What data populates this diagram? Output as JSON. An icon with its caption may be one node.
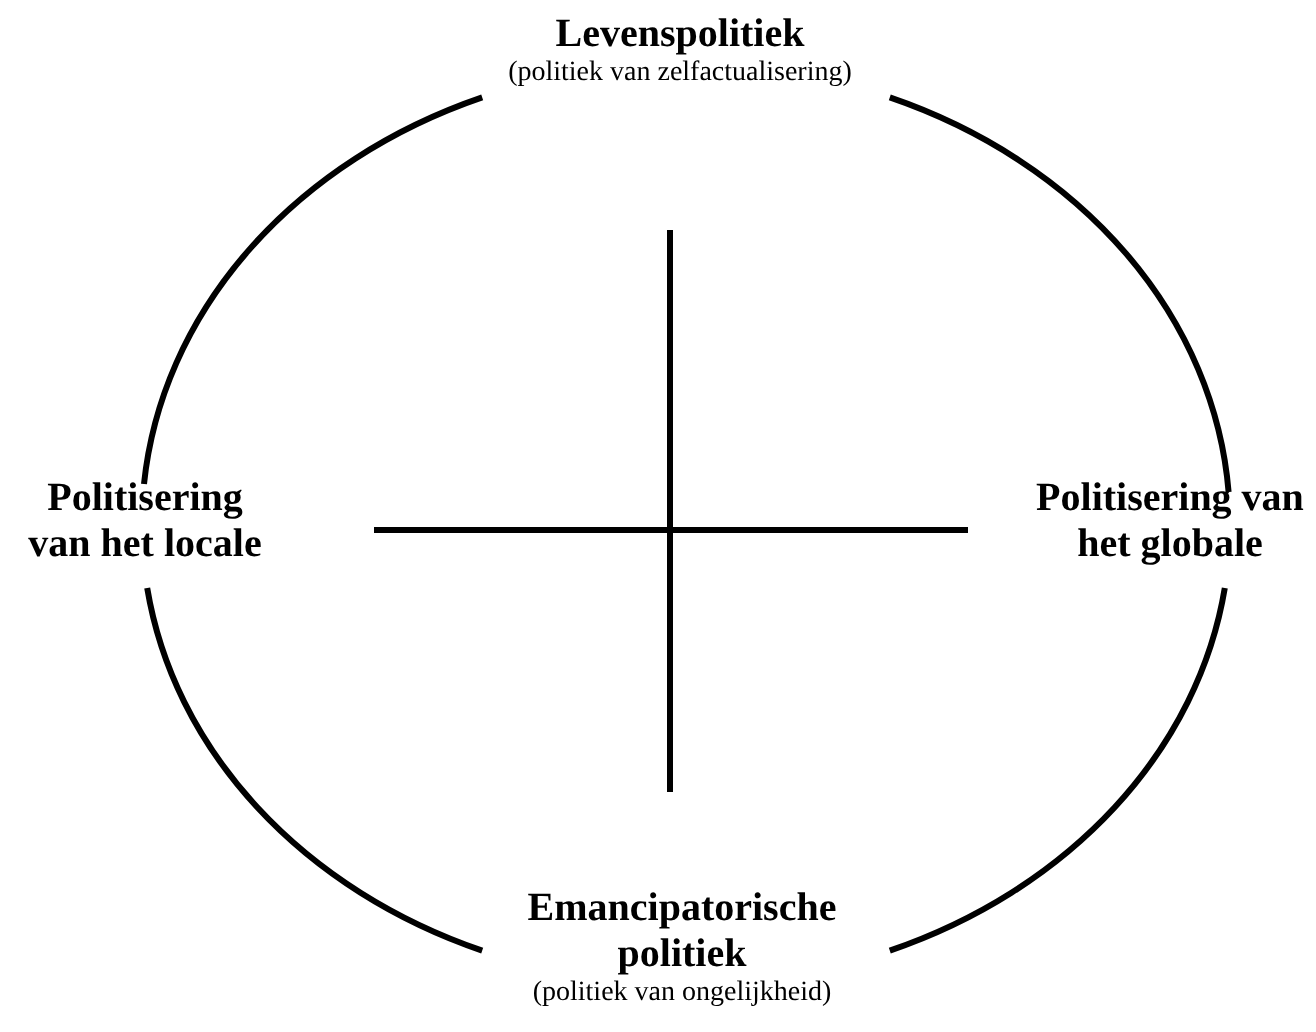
{
  "diagram": {
    "nodes": [
      {
        "text": [
          "Levenspolitiek",
          "(politiek van zelfactualisering)"
        ]
      },
      {
        "text": [
          "Politisering van het locale"
        ]
      },
      {
        "text": [
          "Politisering van het globale"
        ]
      },
      {
        "text": [
          "Emancipatorische politiek",
          "(politiek van ongelijkheid)"
        ]
      }
    ],
    "edges": [
      {
        "from": 0,
        "to": 2,
        "arrow": "none"
      },
      {
        "from": 2,
        "to": 3,
        "arrow": "none"
      },
      {
        "from": 3,
        "to": 1,
        "arrow": "none"
      },
      {
        "from": 1,
        "to": 0,
        "arrow": "none"
      }
    ]
  }
}
